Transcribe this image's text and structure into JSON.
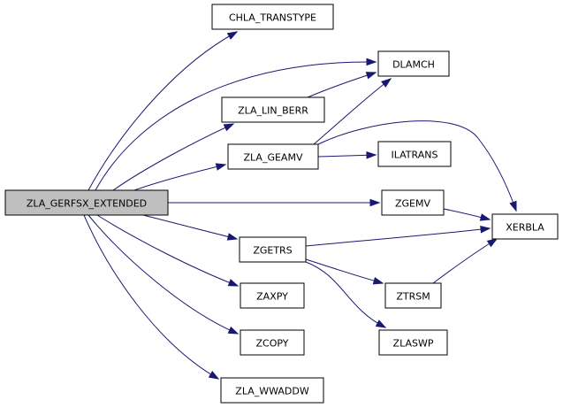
{
  "diagram": {
    "colors": {
      "edge": "#191970",
      "node_border": "#000000",
      "root_fill": "#bfbfbf",
      "node_fill": "#ffffff"
    },
    "nodes": [
      {
        "id": "zla_gerfsx_extended",
        "label": "ZLA_GERFSX_EXTENDED",
        "root": true
      },
      {
        "id": "chla_transtype",
        "label": "CHLA_TRANSTYPE"
      },
      {
        "id": "dlamch",
        "label": "DLAMCH"
      },
      {
        "id": "zla_lin_berr",
        "label": "ZLA_LIN_BERR"
      },
      {
        "id": "zla_geamv",
        "label": "ZLA_GEAMV"
      },
      {
        "id": "ilatrans",
        "label": "ILATRANS"
      },
      {
        "id": "xerbla",
        "label": "XERBLA"
      },
      {
        "id": "zgemv",
        "label": "ZGEMV"
      },
      {
        "id": "zgetrs",
        "label": "ZGETRS"
      },
      {
        "id": "ztrsm",
        "label": "ZTRSM"
      },
      {
        "id": "zlaswp",
        "label": "ZLASWP"
      },
      {
        "id": "zaxpy",
        "label": "ZAXPY"
      },
      {
        "id": "zcopy",
        "label": "ZCOPY"
      },
      {
        "id": "zla_wwaddw",
        "label": "ZLA_WWADDW"
      }
    ],
    "edges": [
      {
        "from": "zla_gerfsx_extended",
        "to": "chla_transtype"
      },
      {
        "from": "zla_gerfsx_extended",
        "to": "dlamch"
      },
      {
        "from": "zla_gerfsx_extended",
        "to": "zla_lin_berr"
      },
      {
        "from": "zla_gerfsx_extended",
        "to": "zla_geamv"
      },
      {
        "from": "zla_gerfsx_extended",
        "to": "zgemv"
      },
      {
        "from": "zla_gerfsx_extended",
        "to": "zgetrs"
      },
      {
        "from": "zla_gerfsx_extended",
        "to": "zaxpy"
      },
      {
        "from": "zla_gerfsx_extended",
        "to": "zcopy"
      },
      {
        "from": "zla_gerfsx_extended",
        "to": "zla_wwaddw"
      },
      {
        "from": "zla_lin_berr",
        "to": "dlamch"
      },
      {
        "from": "zla_geamv",
        "to": "dlamch"
      },
      {
        "from": "zla_geamv",
        "to": "ilatrans"
      },
      {
        "from": "zla_geamv",
        "to": "xerbla"
      },
      {
        "from": "zgemv",
        "to": "xerbla"
      },
      {
        "from": "zgetrs",
        "to": "xerbla"
      },
      {
        "from": "zgetrs",
        "to": "ztrsm"
      },
      {
        "from": "zgetrs",
        "to": "zlaswp"
      },
      {
        "from": "ztrsm",
        "to": "xerbla"
      }
    ]
  }
}
